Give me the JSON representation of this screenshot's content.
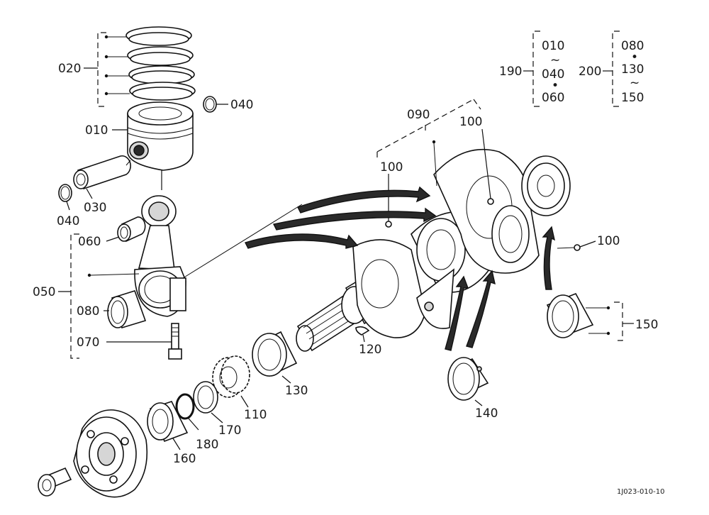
{
  "labels": {
    "p010": "010",
    "p020": "020",
    "p030": "030",
    "p040a": "040",
    "p040b": "040",
    "p050": "050",
    "p060": "060",
    "p070": "070",
    "p080": "080",
    "p090": "090",
    "p100a": "100",
    "p100b": "100",
    "p100c": "100",
    "p110": "110",
    "p120": "120",
    "p130": "130",
    "p140": "140",
    "p150": "150",
    "p160": "160",
    "p170": "170",
    "p180": "180",
    "p190": "190",
    "p200": "200"
  },
  "legend190": {
    "top": "010",
    "tilde": "~",
    "mid": "040",
    "dot": "•",
    "bottom": "060"
  },
  "legend200": {
    "top": "080",
    "dot": "•",
    "mid": "130",
    "tilde": "~",
    "bottom": "150"
  },
  "drawing_code": "1J023-010-10"
}
